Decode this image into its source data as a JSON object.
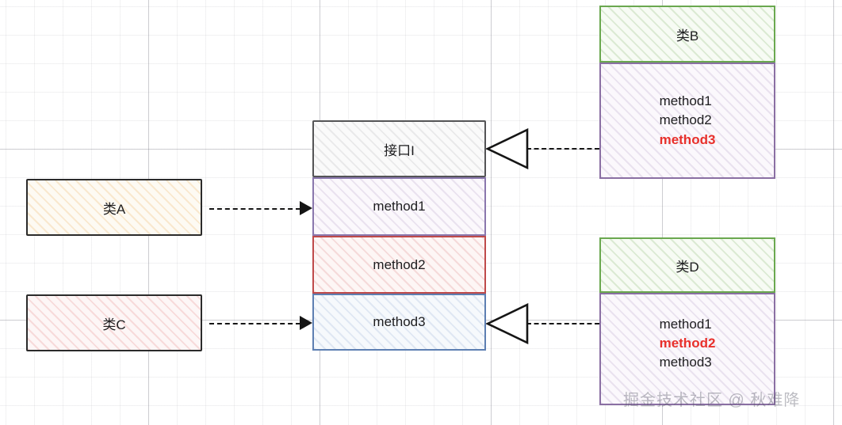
{
  "diagram": {
    "title": "interface-segregation-uml",
    "watermark": "掘金技术社区 @ 秋难降",
    "colors": {
      "green_border": "#6aa84f",
      "purple_border": "#8a6fa3",
      "row_purple": "#8a77ad",
      "row_red": "#bf4a4a",
      "row_blue": "#5d7fb2",
      "plain_border": "#2b2b2b",
      "header_border": "#545456",
      "highlight_text": "#e8302b",
      "connector": "#151515",
      "text": "#1d1d1f"
    }
  },
  "left_classes": [
    {
      "id": "class-a",
      "name": "类A",
      "fill": "orange"
    },
    {
      "id": "class-c",
      "name": "类C",
      "fill": "pink"
    }
  ],
  "interface": {
    "name": "接口I",
    "methods": [
      {
        "id": "method1",
        "label": "method1",
        "accent": "purple"
      },
      {
        "id": "method2",
        "label": "method2",
        "accent": "red"
      },
      {
        "id": "method3",
        "label": "method3",
        "accent": "blue"
      }
    ]
  },
  "right_classes": [
    {
      "id": "class-b",
      "name": "类B",
      "methods": [
        {
          "label": "method1",
          "highlight": false
        },
        {
          "label": "method2",
          "highlight": false
        },
        {
          "label": "method3",
          "highlight": true
        }
      ]
    },
    {
      "id": "class-d",
      "name": "类D",
      "methods": [
        {
          "label": "method1",
          "highlight": false
        },
        {
          "label": "method2",
          "highlight": true
        },
        {
          "label": "method3",
          "highlight": false
        }
      ]
    }
  ],
  "connectors": [
    {
      "id": "a-to-method1",
      "from": "类A",
      "to": "method1",
      "style": "dashed",
      "marker": "solid-arrow"
    },
    {
      "id": "c-to-method3",
      "from": "类C",
      "to": "method3",
      "style": "dashed",
      "marker": "solid-arrow"
    },
    {
      "id": "b-realizes-iface",
      "from": "类B",
      "to": "接口I",
      "style": "dashed",
      "marker": "hollow-triangle"
    },
    {
      "id": "d-realizes-method3",
      "from": "类D",
      "to": "method3",
      "style": "dashed",
      "marker": "hollow-triangle"
    }
  ]
}
